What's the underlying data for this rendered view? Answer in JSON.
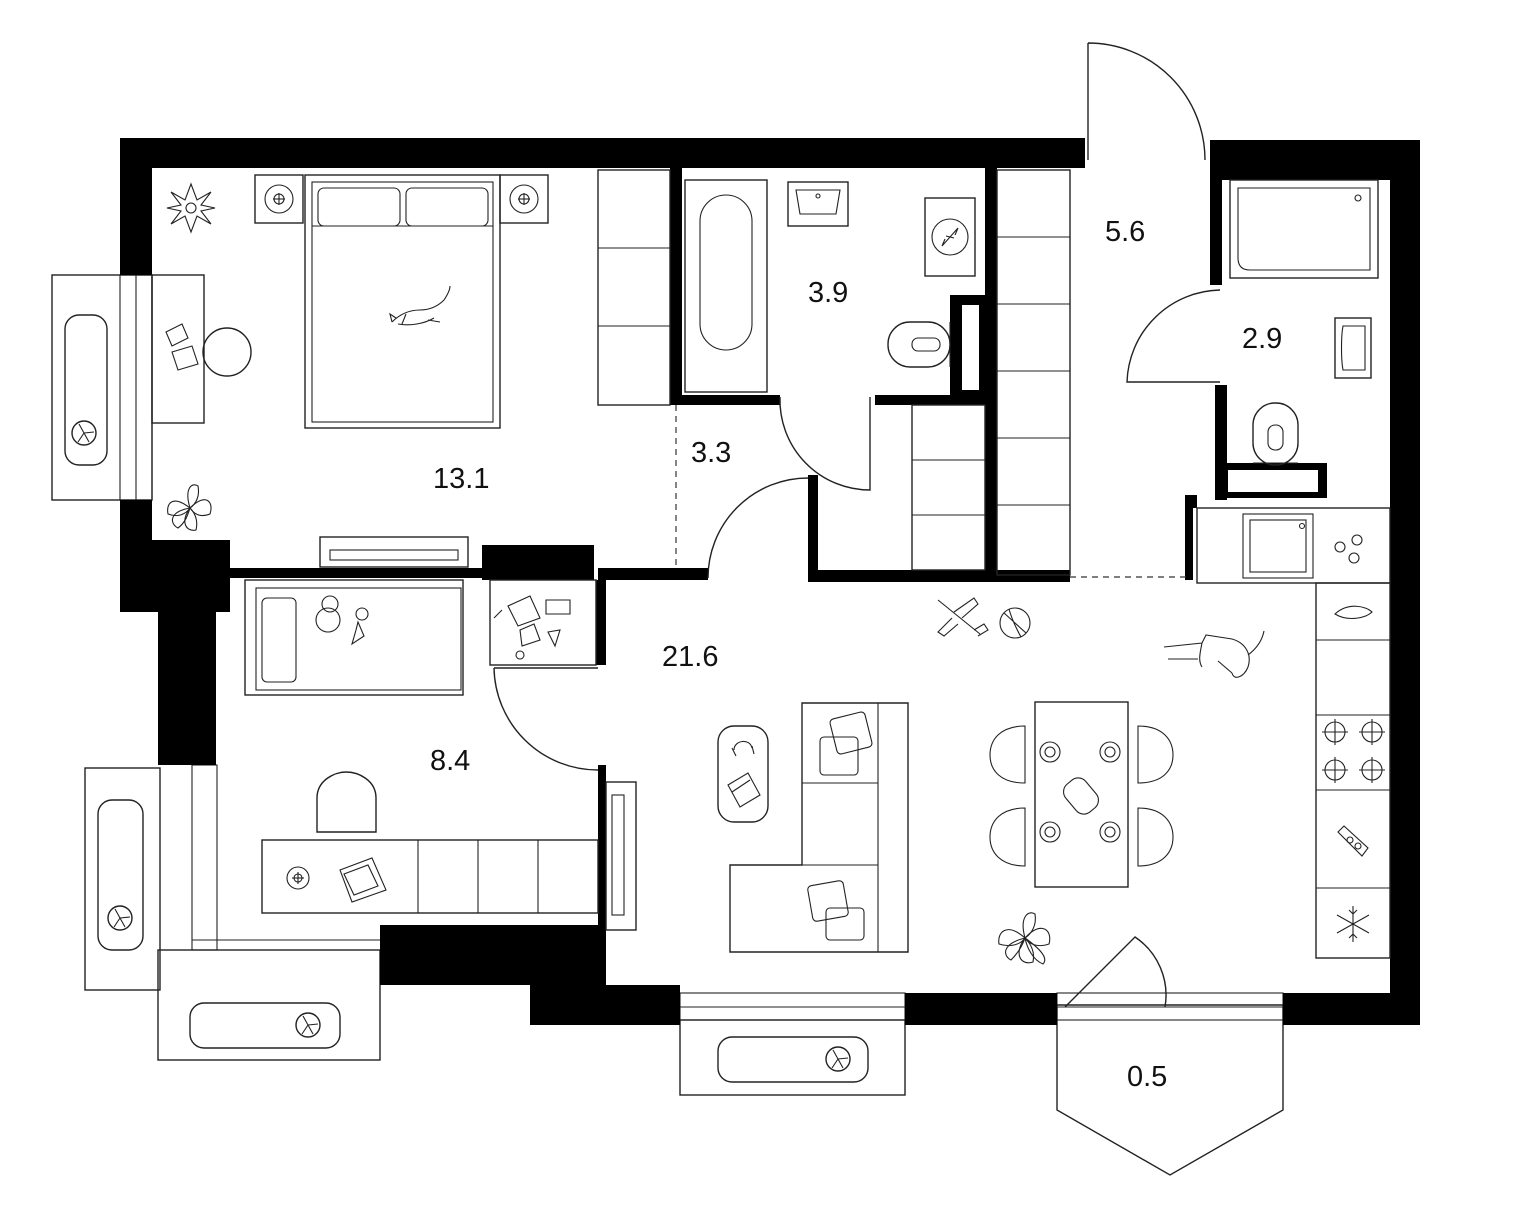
{
  "floorplan": {
    "rooms": [
      {
        "id": "bedroom",
        "area": "13.1"
      },
      {
        "id": "hall-closet",
        "area": "3.3"
      },
      {
        "id": "bathroom",
        "area": "3.9"
      },
      {
        "id": "entrance-hall",
        "area": "5.6"
      },
      {
        "id": "wc",
        "area": "2.9"
      },
      {
        "id": "kids-room",
        "area": "8.4"
      },
      {
        "id": "living-kitchen",
        "area": "21.6"
      },
      {
        "id": "balcony",
        "area": "0.5"
      }
    ]
  },
  "colors": {
    "wall": "#000000",
    "line": "#222222",
    "background": "#ffffff"
  },
  "icons": [
    "flower-icon",
    "plant-icon",
    "fan-icon",
    "cat-icon",
    "airplane-toy-icon",
    "ball-icon",
    "snowflake-icon",
    "laptop-icon",
    "headphones-icon"
  ]
}
